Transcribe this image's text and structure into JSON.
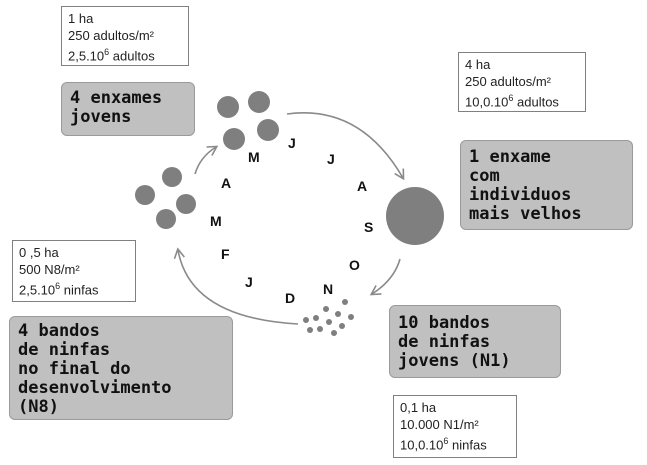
{
  "info_boxes": {
    "young_swarms": {
      "line1": "1 ha",
      "line2": "250 adultos/m²",
      "line3_base": "2,5.10",
      "line3_exp": "6",
      "line3_unit": " adultos"
    },
    "old_swarm": {
      "line1": "4 ha",
      "line2": "250 adultos/m²",
      "line3_base": "10,0.10",
      "line3_exp": "6",
      "line3_unit": " adultos"
    },
    "n8_bands": {
      "line1": "0 ,5 ha",
      "line2": "500 N8/m²",
      "line3_base": "2,5.10",
      "line3_exp": "6",
      "line3_unit": " ninfas"
    },
    "n1_bands": {
      "line1": "0,1 ha",
      "line2": "10.000 N1/m²",
      "line3_base": "10,0.10",
      "line3_exp": "6",
      "line3_unit": " ninfas"
    }
  },
  "stage_boxes": {
    "young_swarms": [
      "4 enxames",
      "jovens"
    ],
    "old_swarm": [
      "1 enxame",
      "com",
      "individuos",
      "mais velhos"
    ],
    "n1_bands": [
      "10 bandos",
      "de ninfas",
      "jovens (N1)"
    ],
    "n8_bands": [
      "4 bandos",
      "de ninfas",
      "no final do",
      "desenvolvimento",
      "(N8)"
    ]
  },
  "months": [
    "M",
    "J",
    "J",
    "A",
    "S",
    "O",
    "N",
    "D",
    "J",
    "F",
    "M",
    "A"
  ],
  "colors": {
    "circle": "#7f7f7f",
    "box_fill": "#c0c0c0",
    "arrow": "#8a8a8a"
  }
}
